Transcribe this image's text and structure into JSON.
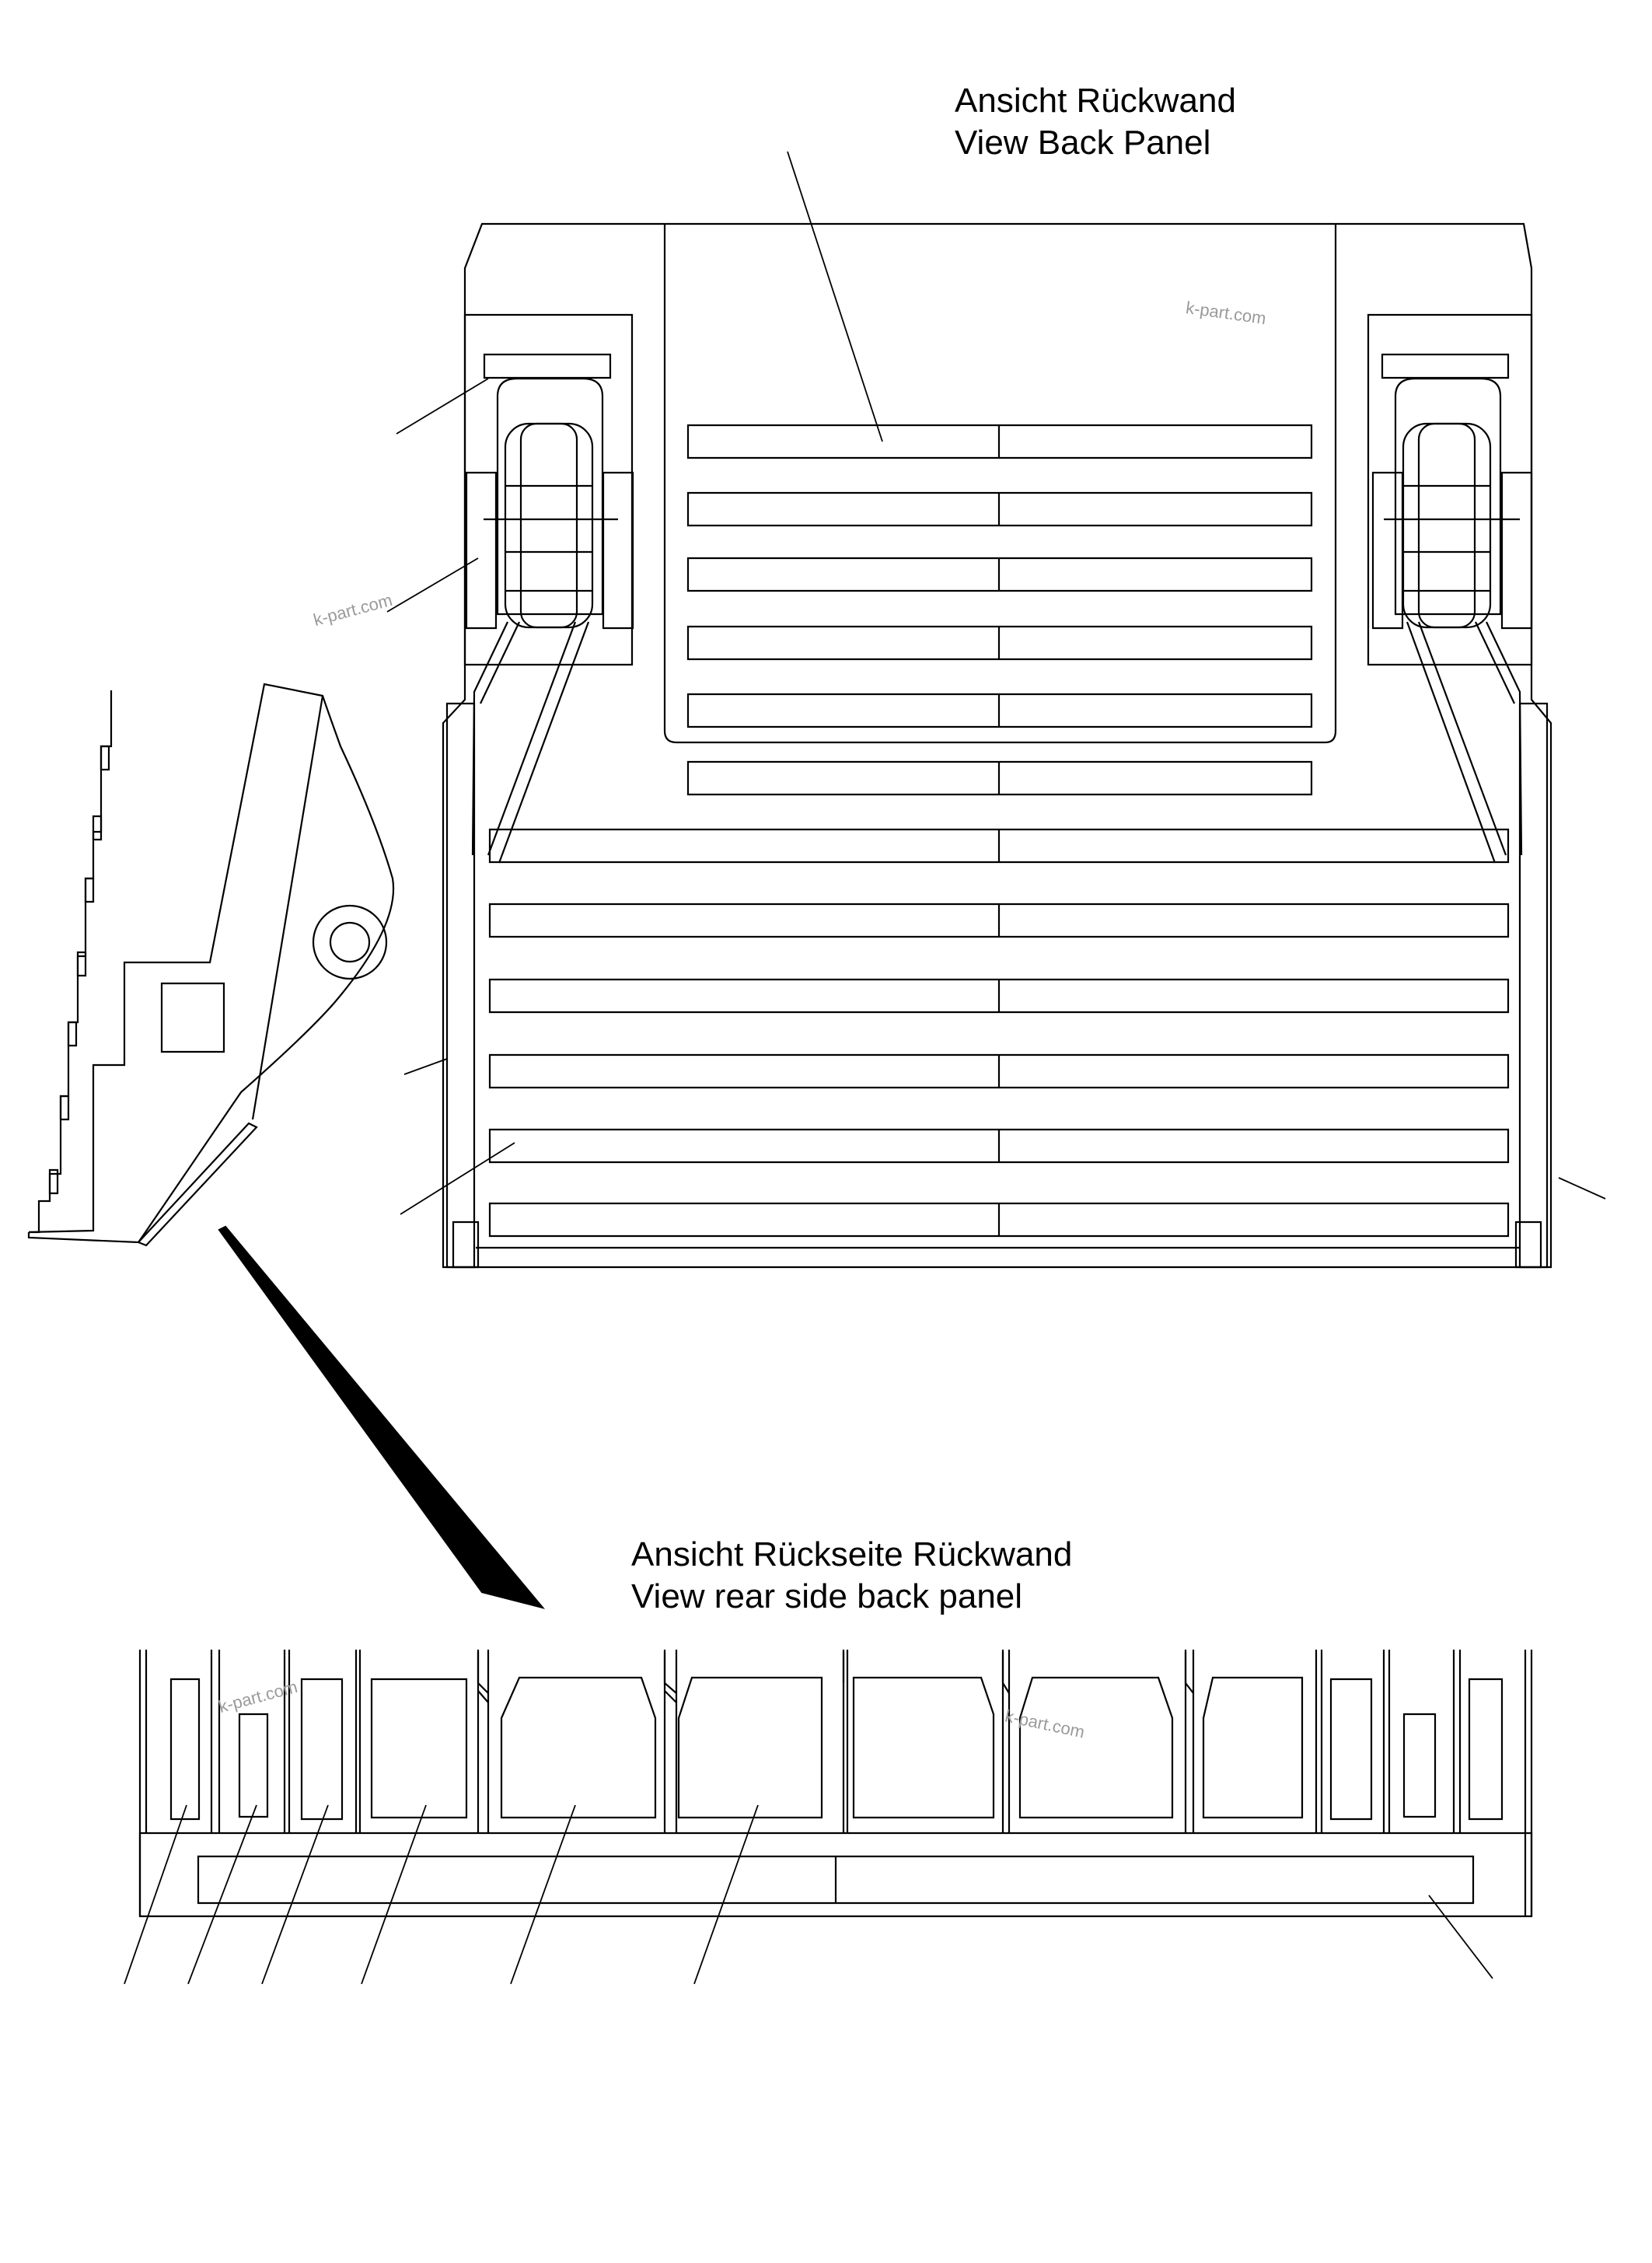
{
  "top_view": {
    "title_de": "Ansicht Rückwand",
    "title_en": "View Back Panel"
  },
  "bottom_view": {
    "title_de": "Ansicht Rückseite Rückwand",
    "title_en": "View rear side back panel"
  },
  "watermarks": [
    "k-part.com",
    "k-part.com",
    "k-part.com",
    "k-part.com"
  ],
  "colors": {
    "line": "#000000",
    "background": "#ffffff",
    "watermark": "#9a9a9a"
  }
}
